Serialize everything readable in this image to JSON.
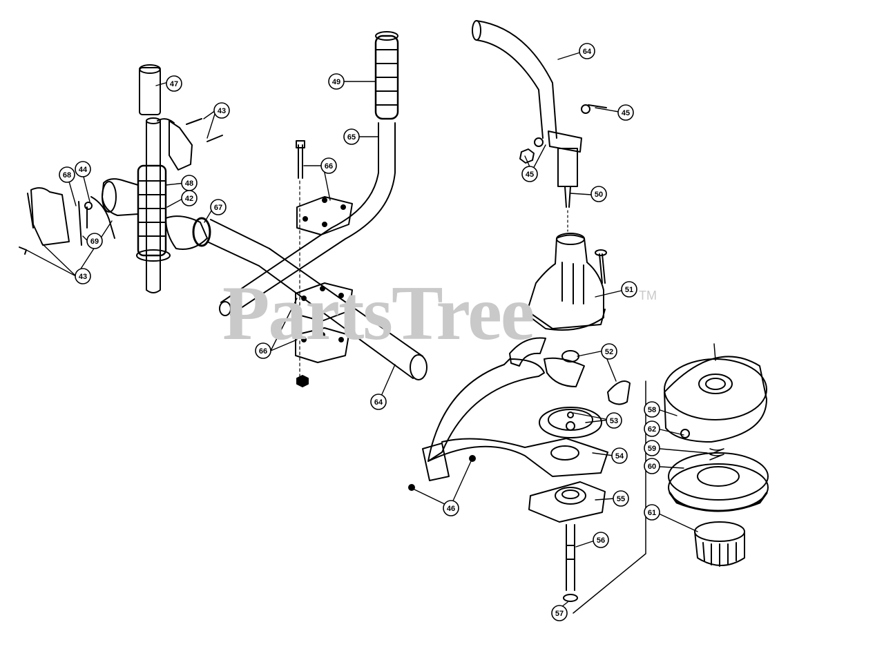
{
  "watermark": {
    "text": "PartsTree",
    "trademark": "TM"
  },
  "callouts": [
    {
      "id": "c43a",
      "label": "43"
    },
    {
      "id": "c43b",
      "label": "43"
    },
    {
      "id": "c44",
      "label": "44"
    },
    {
      "id": "c68",
      "label": "68"
    },
    {
      "id": "c69",
      "label": "69"
    },
    {
      "id": "c47",
      "label": "47"
    },
    {
      "id": "c48",
      "label": "48"
    },
    {
      "id": "c42",
      "label": "42"
    },
    {
      "id": "c67",
      "label": "67"
    },
    {
      "id": "c49",
      "label": "49"
    },
    {
      "id": "c65",
      "label": "65"
    },
    {
      "id": "c66a",
      "label": "66"
    },
    {
      "id": "c66b",
      "label": "66"
    },
    {
      "id": "c64a",
      "label": "64"
    },
    {
      "id": "c64b",
      "label": "64"
    },
    {
      "id": "c45a",
      "label": "45"
    },
    {
      "id": "c45b",
      "label": "45"
    },
    {
      "id": "c50",
      "label": "50"
    },
    {
      "id": "c51",
      "label": "51"
    },
    {
      "id": "c52",
      "label": "52"
    },
    {
      "id": "c53",
      "label": "53"
    },
    {
      "id": "c54",
      "label": "54"
    },
    {
      "id": "c55",
      "label": "55"
    },
    {
      "id": "c56",
      "label": "56"
    },
    {
      "id": "c57",
      "label": "57"
    },
    {
      "id": "c46",
      "label": "46"
    },
    {
      "id": "c58",
      "label": "58"
    },
    {
      "id": "c62",
      "label": "62"
    },
    {
      "id": "c59",
      "label": "59"
    },
    {
      "id": "c60",
      "label": "60"
    },
    {
      "id": "c61",
      "label": "61"
    }
  ]
}
